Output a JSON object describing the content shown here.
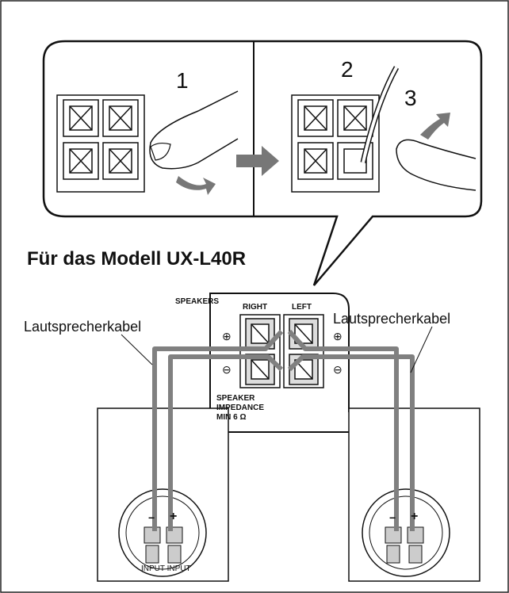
{
  "steps": [
    "1",
    "2",
    "3"
  ],
  "model_title": "Für das Modell UX-L40R",
  "panel": {
    "speakers": "SPEAKERS",
    "right": "RIGHT",
    "left": "LEFT",
    "plus": "⊕",
    "minus": "⊖",
    "impedance_line1": "SPEAKER",
    "impedance_line2": "IMPEDANCE",
    "impedance_line3": "MIN 6 Ω"
  },
  "cable_left": "Lautsprecherkabel",
  "cable_right": "Lautsprecherkabel",
  "left_speaker": {
    "minus": "−",
    "plus": "+",
    "input": "INPUT INPUT"
  },
  "right_speaker": {
    "minus": "−",
    "plus": "+"
  },
  "colors": {
    "cable": "#808080",
    "line": "#111111",
    "terminal_fill": "#dddddd"
  }
}
